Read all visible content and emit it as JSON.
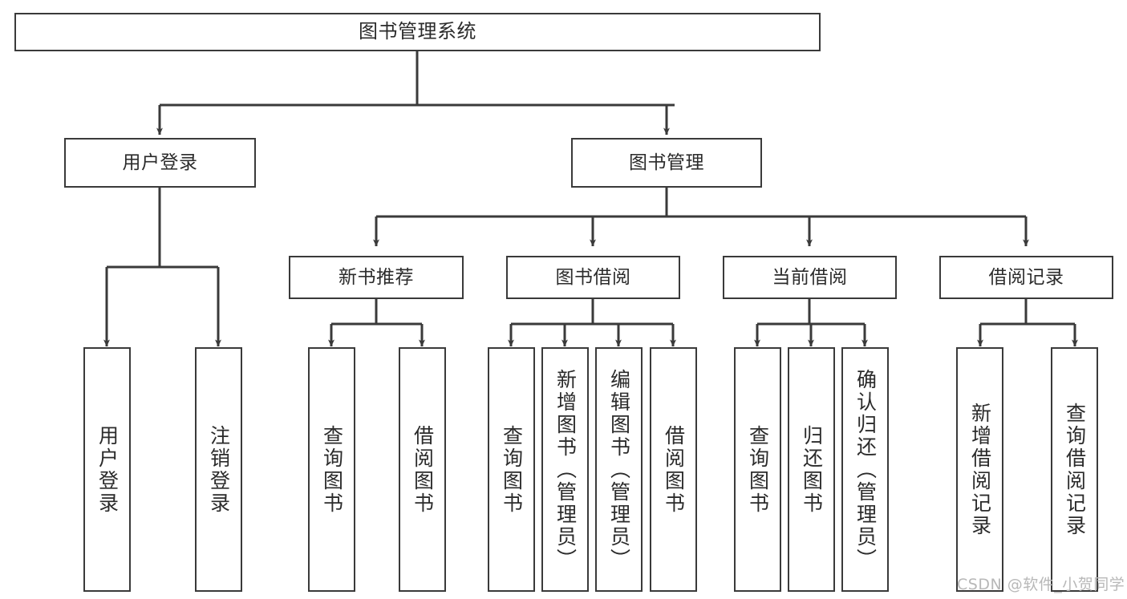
{
  "diagram": {
    "title_text": "图书管理系统",
    "stroke_color": "#3a3a3a",
    "text_color": "#2b2b2b",
    "background_color": "#ffffff"
  },
  "nodes": {
    "root": {
      "label": "图书管理系统"
    },
    "level2": [
      {
        "label": "用户登录"
      },
      {
        "label": "图书管理"
      }
    ],
    "level3": [
      {
        "label": "新书推荐"
      },
      {
        "label": "图书借阅"
      },
      {
        "label": "当前借阅"
      },
      {
        "label": "借阅记录"
      }
    ],
    "leaves_user_login": [
      {
        "label": "用户登录"
      },
      {
        "label": "注销登录"
      }
    ],
    "leaves_new_book": [
      {
        "label": "查询图书"
      },
      {
        "label": "借阅图书"
      }
    ],
    "leaves_borrow": [
      {
        "label": "查询图书"
      },
      {
        "label": "新增图书（管理员）"
      },
      {
        "label": "编辑图书（管理员）"
      },
      {
        "label": "借阅图书"
      }
    ],
    "leaves_current": [
      {
        "label": "查询图书"
      },
      {
        "label": "归还图书"
      },
      {
        "label": "确认归还（管理员）"
      }
    ],
    "leaves_record": [
      {
        "label": "新增借阅记录"
      },
      {
        "label": "查询借阅记录"
      }
    ]
  },
  "watermark": {
    "text": "CSDN @软件_小贺同学"
  }
}
